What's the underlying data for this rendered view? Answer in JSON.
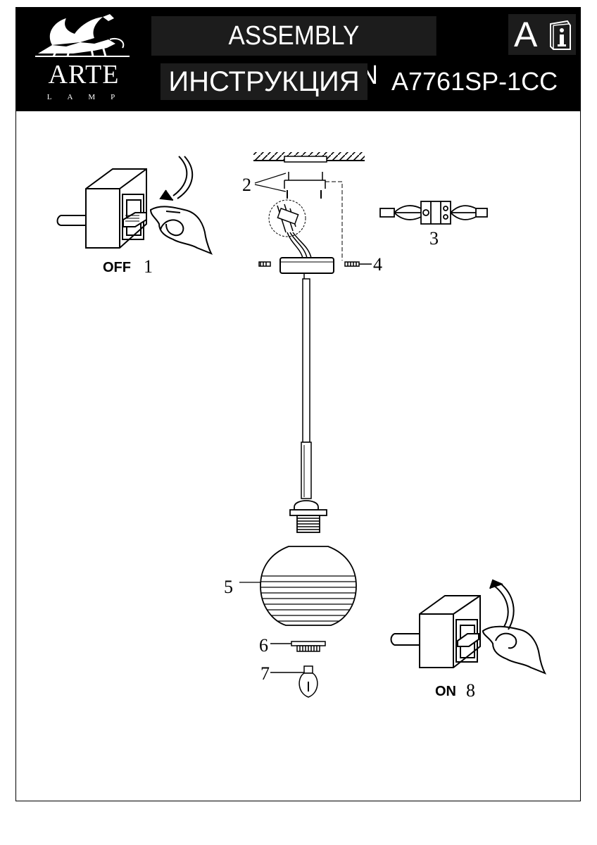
{
  "header": {
    "logo_word": "ARTE",
    "logo_sub": "LAMP",
    "title_en": "ASSEMBLY INSTRUCTION",
    "title_ru": "ИНСТРУКЦИЯ",
    "model": "A7761SP-1CC",
    "lang_letter": "A"
  },
  "diagram": {
    "step1": {
      "state": "OFF",
      "number": "1"
    },
    "step8": {
      "state": "ON",
      "number": "8"
    },
    "labels": [
      "2",
      "3",
      "4",
      "5",
      "6",
      "7"
    ]
  },
  "icons": [
    "griffin-logo-icon",
    "info-book-icon",
    "light-switch-icon",
    "hand-icon",
    "arrow-icon",
    "ceiling-mount-icon",
    "screw-icon",
    "terminal-block-icon",
    "lamp-socket-icon",
    "glass-shade-icon",
    "shade-ring-icon",
    "light-bulb-icon"
  ]
}
